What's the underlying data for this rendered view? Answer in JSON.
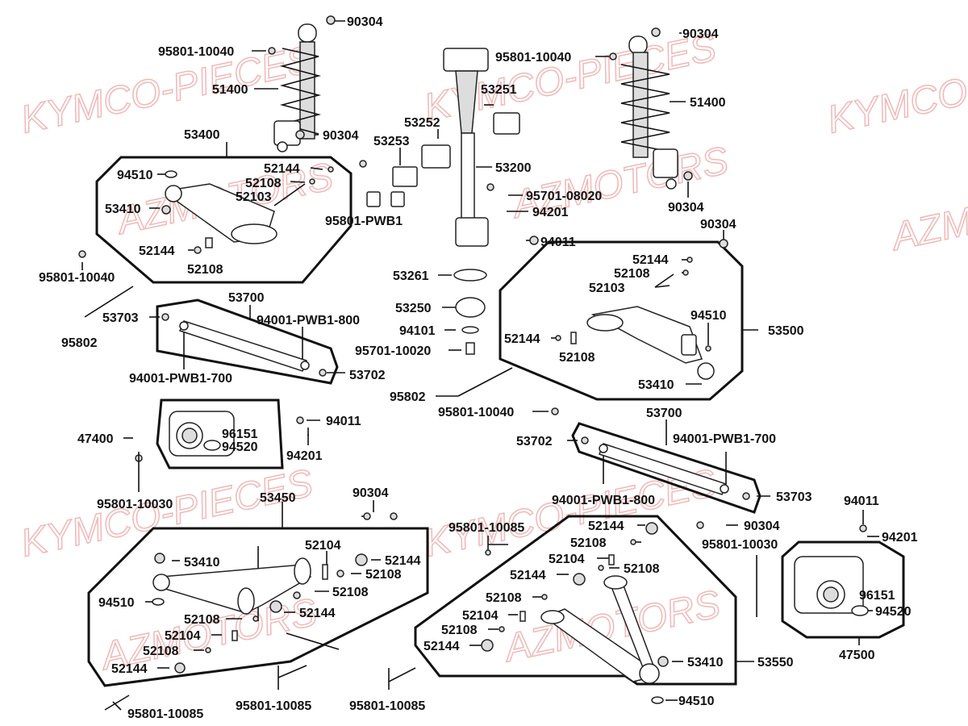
{
  "watermarks": [
    "KYMCO-PIECES",
    "AZMOTORS",
    "KYMCO-PIECES",
    "AZMOTORS",
    "KYMCO-PIECES",
    "AZMOTORS",
    "KYMCO-PIECES",
    "AZMOTORS",
    "KYMCO-PIECES",
    "AZMOTORS"
  ],
  "labels": [
    "90304",
    "95801-10040",
    "51400",
    "90304",
    "53400",
    "94510",
    "52144",
    "52108",
    "52103",
    "53410",
    "52144",
    "52108",
    "95801-10040",
    "53252",
    "53253",
    "95801-PWB1",
    "95801-10040",
    "53251",
    "53200",
    "95701-08020",
    "94201",
    "94011",
    "90304",
    "51400",
    "90304",
    "90304",
    "53261",
    "53250",
    "94101",
    "95701-10020",
    "95802",
    "53700",
    "53703",
    "94001-PWB1-800",
    "95802",
    "94001-PWB1-700",
    "53702",
    "52144",
    "52108",
    "52103",
    "94510",
    "52144",
    "52108",
    "53500",
    "53410",
    "95801-10040",
    "47400",
    "96151",
    "94520",
    "94011",
    "94201",
    "95801-10030",
    "53700",
    "53702",
    "94001-PWB1-700",
    "94001-PWB1-800",
    "53703",
    "53450",
    "90304",
    "53410",
    "52104",
    "52144",
    "52108",
    "52108",
    "94510",
    "52144",
    "52108",
    "52104",
    "52108",
    "52144",
    "95801-10085",
    "52144",
    "52108",
    "52104",
    "52108",
    "52144",
    "52108",
    "52104",
    "52108",
    "52144",
    "90304",
    "95801-10030",
    "94011",
    "94201",
    "96151",
    "94520",
    "53410",
    "53550",
    "47500",
    "94510",
    "95801-10085",
    "95801-10085",
    "95801-10085"
  ]
}
